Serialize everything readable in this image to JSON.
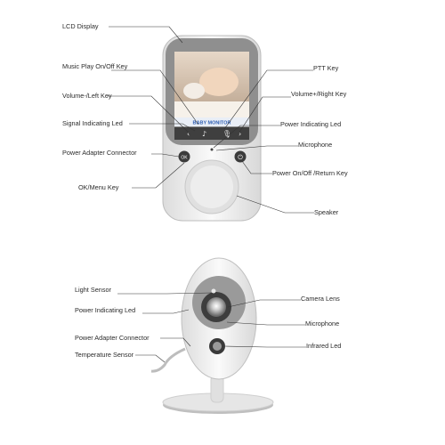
{
  "monitor": {
    "brand_text": "BABY MONITOR",
    "labels": {
      "lcd_display": "LCD Display",
      "music_key": "Music Play On/Off Key",
      "volume_left": "Volume-/Left Key",
      "signal_led": "Signal Indicating Led",
      "power_adapter": "Power Adapter Connector",
      "ok_menu": "OK/Menu Key",
      "ptt_key": "PTT Key",
      "volume_right": "Volume+/Right Key",
      "power_led": "Power Indicating Led",
      "microphone": "Microphone",
      "power_return": "Power On/Off /Return Key",
      "speaker": "Speaker"
    },
    "buttons": {
      "ok": "OK"
    }
  },
  "camera": {
    "labels": {
      "light_sensor": "Light Sensor",
      "power_led": "Power Indicating Led",
      "power_adapter": "Power Adapter Connector",
      "temp_sensor": "Temperature Sensor",
      "camera_lens": "Camera Lens",
      "microphone": "Microphone",
      "infrared_led": "Infrared Led"
    }
  },
  "colors": {
    "body": "#f2f2f2",
    "bezel": "#9a9a9a",
    "line": "#333333",
    "screen_bg": "#cbb9a8"
  },
  "icons": [
    "speaker-grille-icon",
    "power-icon",
    "music-note-icon",
    "mic-icon",
    "left-arrow-icon",
    "right-arrow-icon"
  ]
}
